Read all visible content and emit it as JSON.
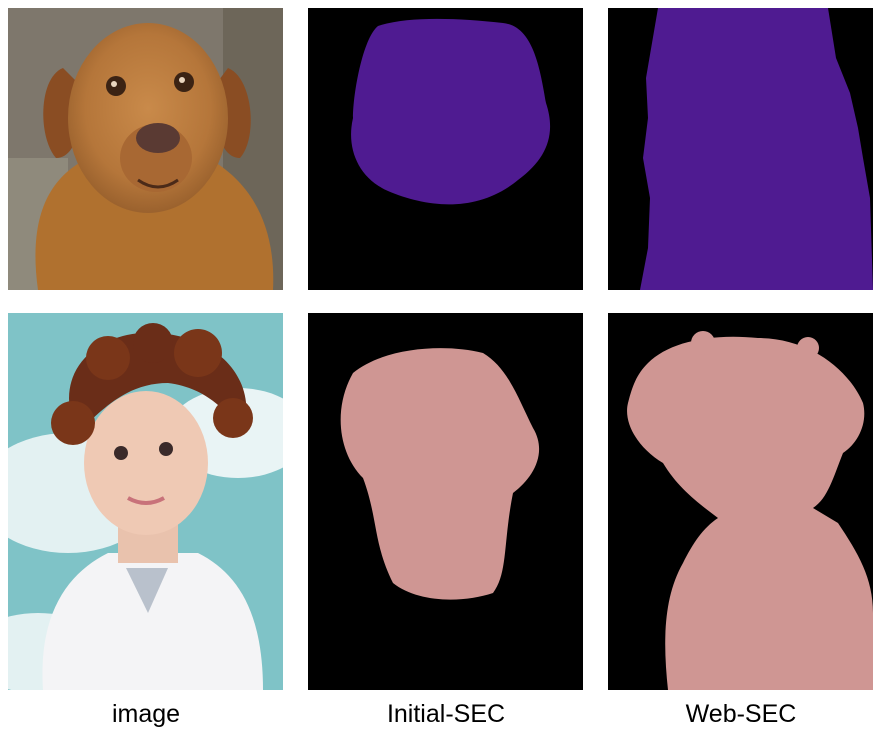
{
  "figure": {
    "columns": [
      {
        "caption": "image"
      },
      {
        "caption": "Initial-SEC"
      },
      {
        "caption": "Web-SEC"
      }
    ],
    "rows": [
      {
        "subject": "dog",
        "mask_color": "#4f1b91"
      },
      {
        "subject": "child",
        "mask_color": "#cf9693"
      }
    ]
  }
}
